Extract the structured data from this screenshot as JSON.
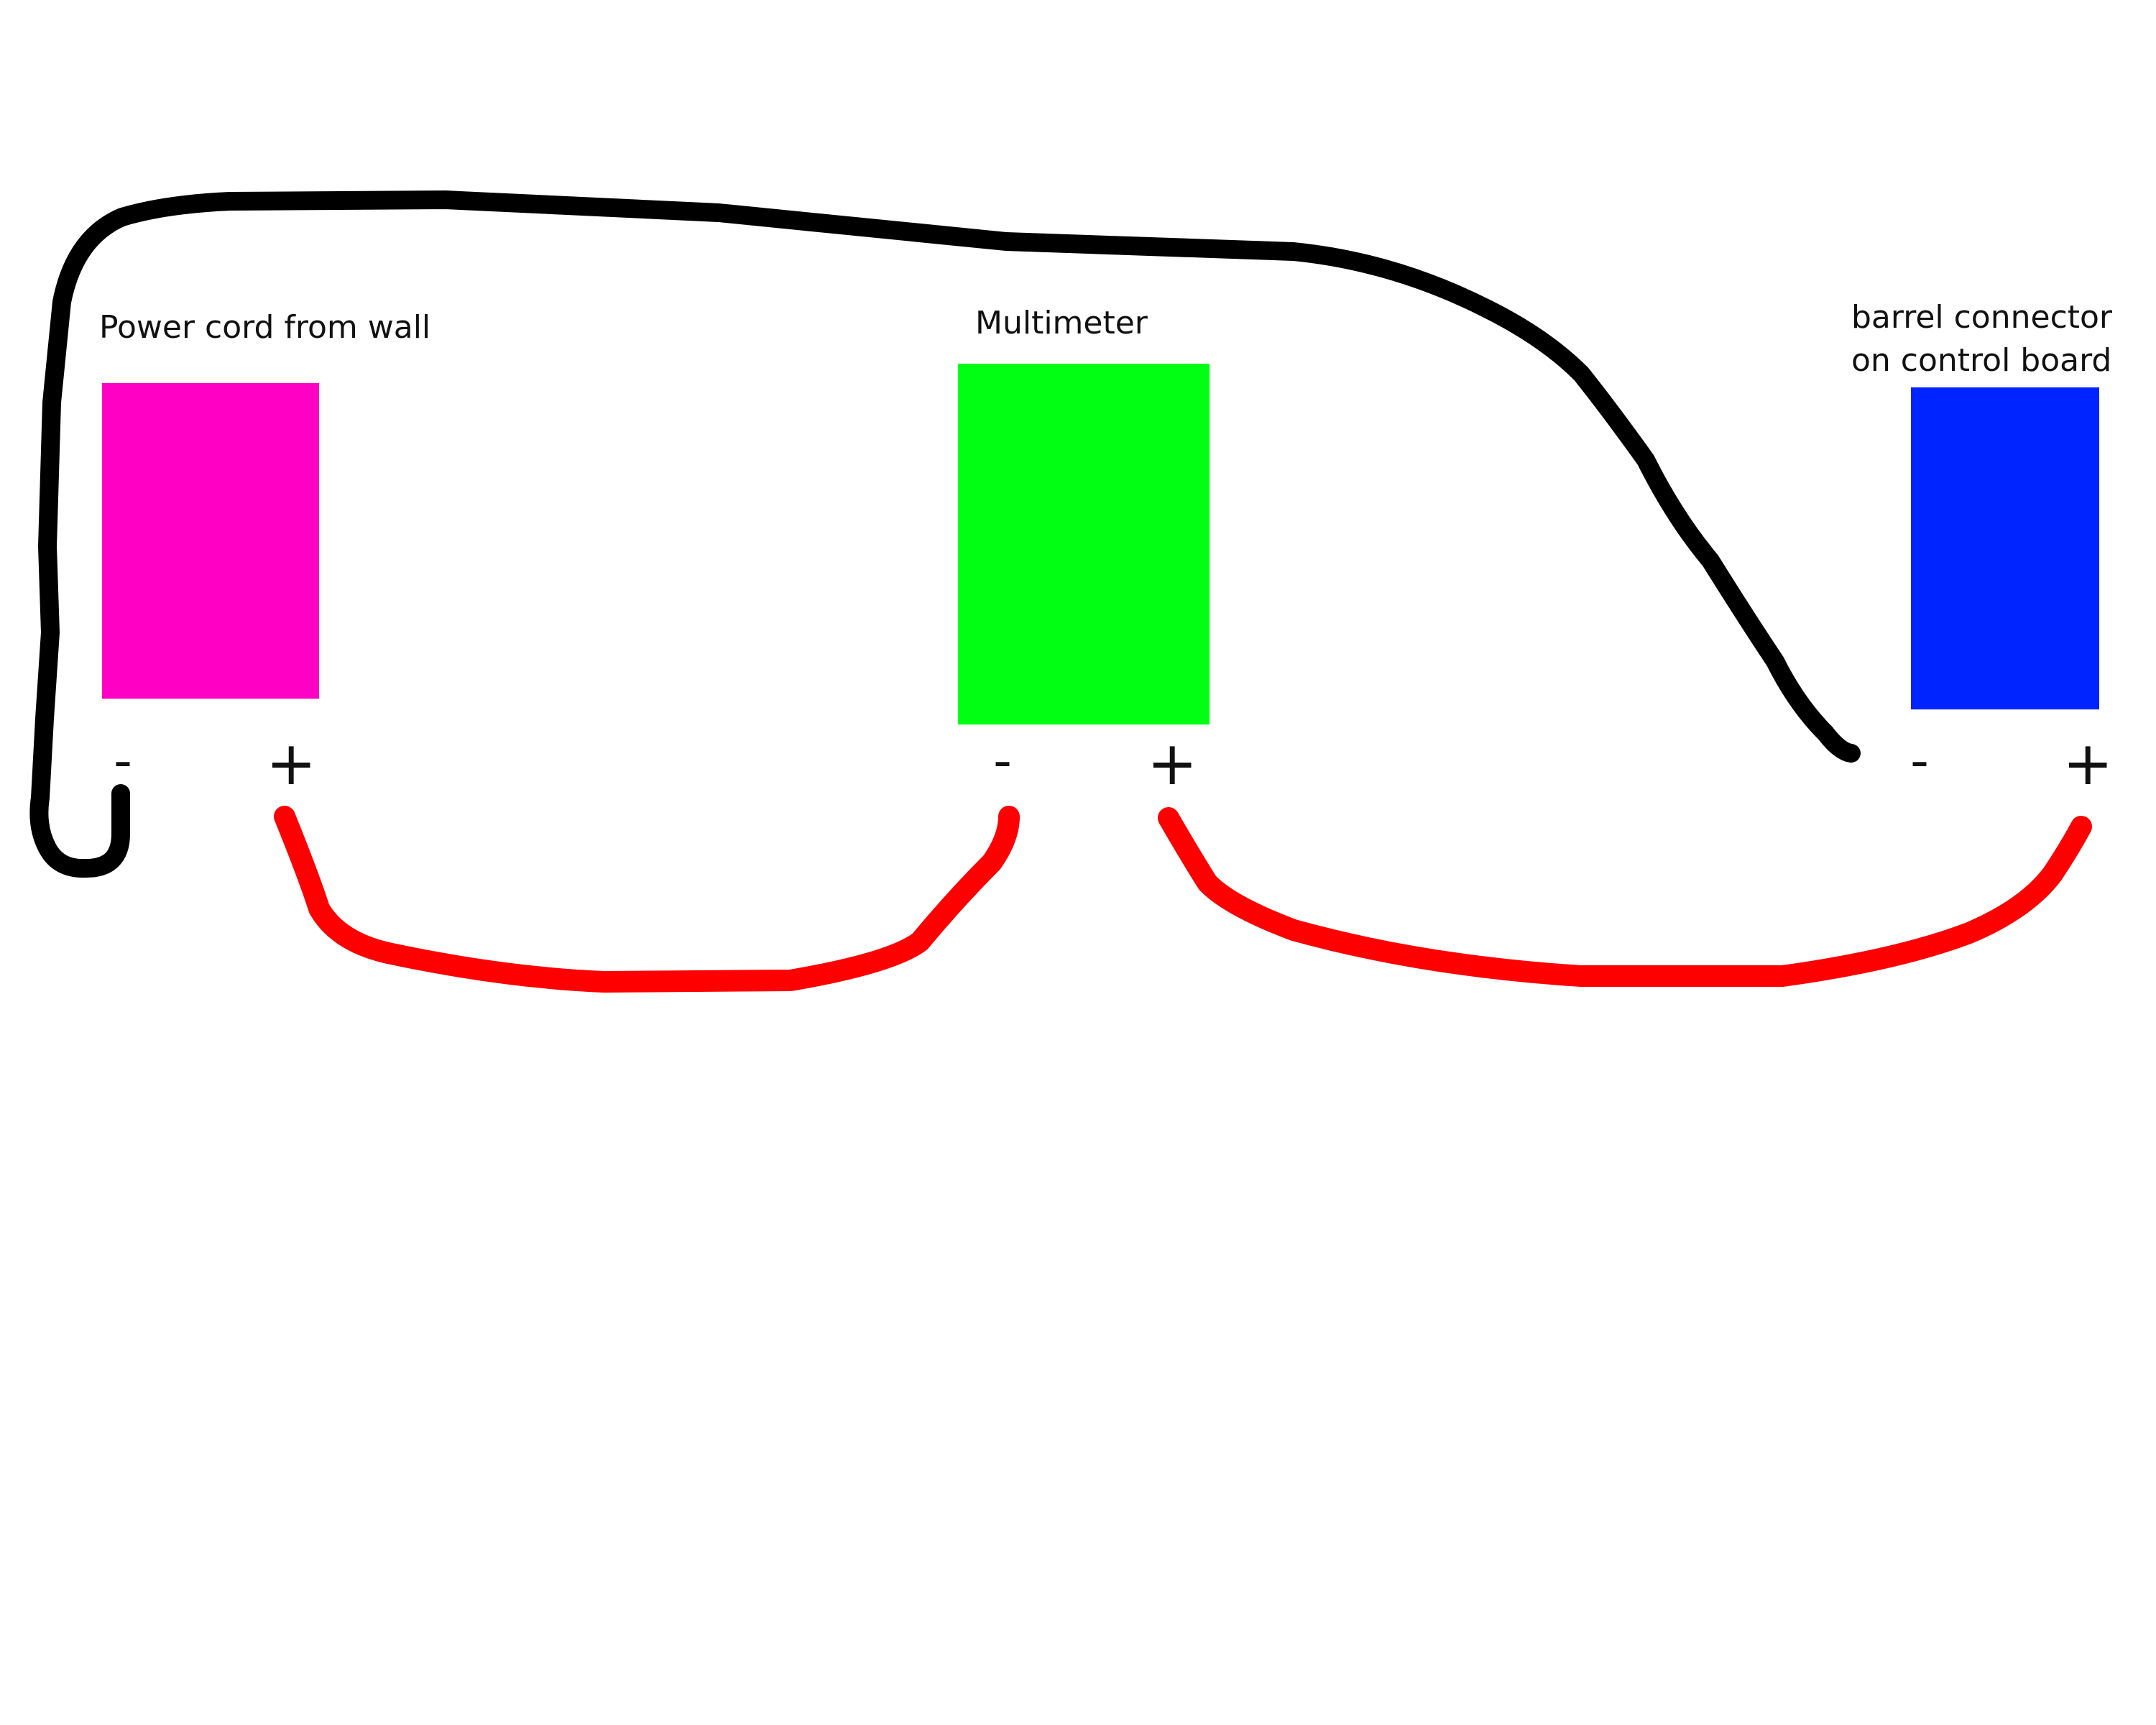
{
  "components": [
    {
      "id": "power",
      "label": "Power cord from wall",
      "color": "#ff00c4",
      "minus": "-",
      "plus": "+"
    },
    {
      "id": "multimeter",
      "label": "Multimeter",
      "color": "#00ff12",
      "minus": "-",
      "plus": "+"
    },
    {
      "id": "barrel",
      "label_line1": "barrel connector",
      "label_line2": "on control board",
      "color": "#0024ff",
      "minus": "-",
      "plus": "+"
    }
  ],
  "wires": {
    "black_color": "#000000",
    "red_color": "#ff0000"
  }
}
